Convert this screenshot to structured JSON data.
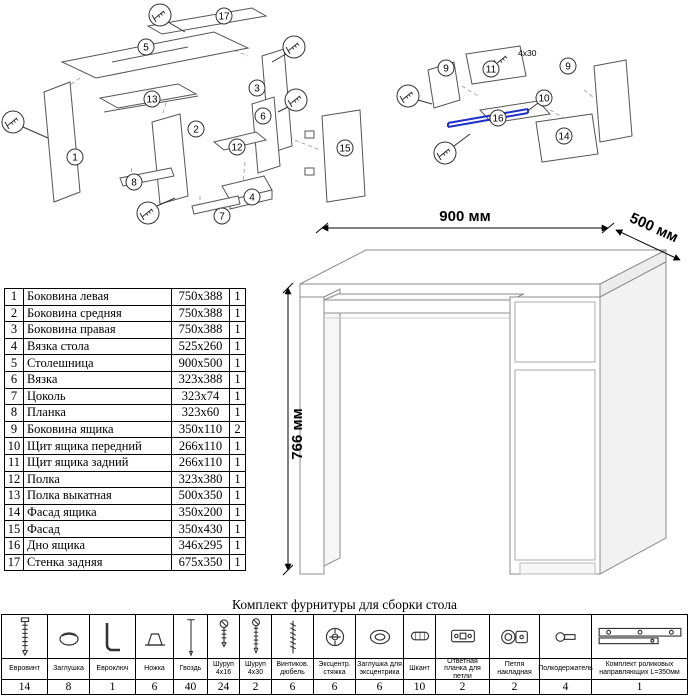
{
  "colors": {
    "rail_blue": "#2030c8"
  },
  "desk": {
    "dim_width": "900 мм",
    "dim_depth": "500 мм",
    "dim_height": "766 мм"
  },
  "diagram_left": {
    "callouts": [
      "17",
      "5",
      "3",
      "13",
      "2",
      "12",
      "6",
      "1",
      "4",
      "7",
      "8",
      "15"
    ]
  },
  "diagram_right": {
    "callouts": [
      "9",
      "11",
      "9",
      "10",
      "16",
      "14"
    ],
    "screw_note": "4x30"
  },
  "parts_table": {
    "rows": [
      {
        "n": "1",
        "name": "Боковина левая",
        "size": "750x388",
        "qty": "1"
      },
      {
        "n": "2",
        "name": "Боковина средняя",
        "size": "750x388",
        "qty": "1"
      },
      {
        "n": "3",
        "name": "Боковина правая",
        "size": "750x388",
        "qty": "1"
      },
      {
        "n": "4",
        "name": "Вязка стола",
        "size": "525x260",
        "qty": "1"
      },
      {
        "n": "5",
        "name": "Столешница",
        "size": "900x500",
        "qty": "1"
      },
      {
        "n": "6",
        "name": "Вязка",
        "size": "323x388",
        "qty": "1"
      },
      {
        "n": "7",
        "name": "Цоколь",
        "size": "323x74",
        "qty": "1"
      },
      {
        "n": "8",
        "name": "Планка",
        "size": "323x60",
        "qty": "1"
      },
      {
        "n": "9",
        "name": "Боковина ящика",
        "size": "350x110",
        "qty": "2"
      },
      {
        "n": "10",
        "name": "Щит ящика передний",
        "size": "266x110",
        "qty": "1"
      },
      {
        "n": "11",
        "name": "Щит ящика задний",
        "size": "266x110",
        "qty": "1"
      },
      {
        "n": "12",
        "name": "Полка",
        "size": "323x380",
        "qty": "1"
      },
      {
        "n": "13",
        "name": "Полка выкатная",
        "size": "500x350",
        "qty": "1"
      },
      {
        "n": "14",
        "name": "Фасад ящика",
        "size": "350x200",
        "qty": "1"
      },
      {
        "n": "15",
        "name": "Фасад",
        "size": "350x430",
        "qty": "1"
      },
      {
        "n": "16",
        "name": "Дно ящика",
        "size": "346x295",
        "qty": "1"
      },
      {
        "n": "17",
        "name": "Стенка задняя",
        "size": "675x350",
        "qty": "1"
      }
    ]
  },
  "hardware": {
    "title": "Комплект фурнитуры для сборки стола",
    "items": [
      {
        "label": "Евровинт",
        "qty": "14",
        "icon": "euro-screw-icon"
      },
      {
        "label": "Заглушка",
        "qty": "8",
        "icon": "cap-icon"
      },
      {
        "label": "Евроключ",
        "qty": "1",
        "icon": "hex-key-icon"
      },
      {
        "label": "Ножка",
        "qty": "6",
        "icon": "leg-icon"
      },
      {
        "label": "Гвоздь",
        "qty": "40",
        "icon": "nail-icon"
      },
      {
        "label": "Шуруп 4x16",
        "qty": "24",
        "icon": "screw-short-icon"
      },
      {
        "label": "Шуруп 4x30",
        "qty": "2",
        "icon": "screw-long-icon"
      },
      {
        "label": "Винтиков. дюбель",
        "qty": "6",
        "icon": "dowel-screw-icon"
      },
      {
        "label": "Эксцентр. стяжка",
        "qty": "6",
        "icon": "cam-lock-icon"
      },
      {
        "label": "Заглушка для эксцентрика",
        "qty": "6",
        "icon": "cam-cap-icon"
      },
      {
        "label": "Шкант",
        "qty": "10",
        "icon": "wood-dowel-icon"
      },
      {
        "label": "Ответная планка для петли",
        "qty": "2",
        "icon": "hinge-plate-icon"
      },
      {
        "label": "Петля накладная",
        "qty": "2",
        "icon": "hinge-icon"
      },
      {
        "label": "Полкодержатель",
        "qty": "4",
        "icon": "shelf-pin-icon"
      },
      {
        "label": "Комплект роликовых направляющих L=350мм",
        "qty": "1",
        "icon": "drawer-slide-icon"
      }
    ]
  }
}
